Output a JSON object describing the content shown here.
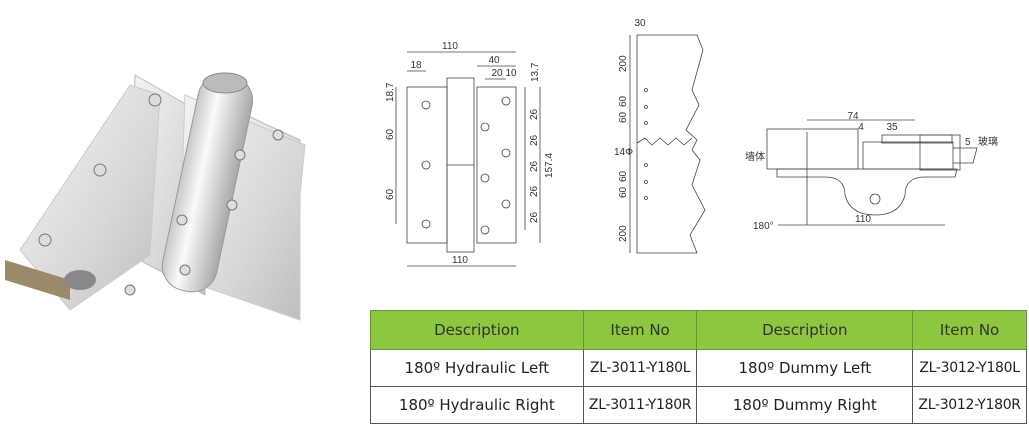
{
  "drawing1": {
    "top_width": "110",
    "offset_left": "18",
    "offset_right": "40",
    "offset_20": "20",
    "offset_10": "10",
    "top_gap": "13.7",
    "left_top": "18.7",
    "left_pitch_1": "60",
    "left_pitch_2": "60",
    "right_pitch": [
      "26",
      "26",
      "26",
      "26",
      "26"
    ],
    "height": "157.4",
    "bottom_width": "110"
  },
  "drawing2": {
    "edge": "30",
    "top_200": "200",
    "p60a": "60",
    "p60b": "60",
    "hole": "14Φ",
    "p60c": "60",
    "p60d": "60",
    "bottom_200": "200"
  },
  "drawing3": {
    "width_74": "74",
    "gap_4": "4",
    "width_35": "35",
    "thickness_5": "5",
    "wall_label": "墙体",
    "glass_label": "玻璃",
    "angle": "180°",
    "total_110": "110"
  },
  "table": {
    "headers": [
      "Description",
      "Item No",
      "Description",
      "Item No"
    ],
    "rows": [
      [
        "180º Hydraulic Left",
        "ZL-3011-Y180L",
        "180º Dummy Left",
        "ZL-3012-Y180L"
      ],
      [
        "180º Hydraulic Right",
        "ZL-3011-Y180R",
        "180º Dummy Right",
        "ZL-3012-Y180R"
      ]
    ],
    "header_color": "#8dc63f"
  }
}
